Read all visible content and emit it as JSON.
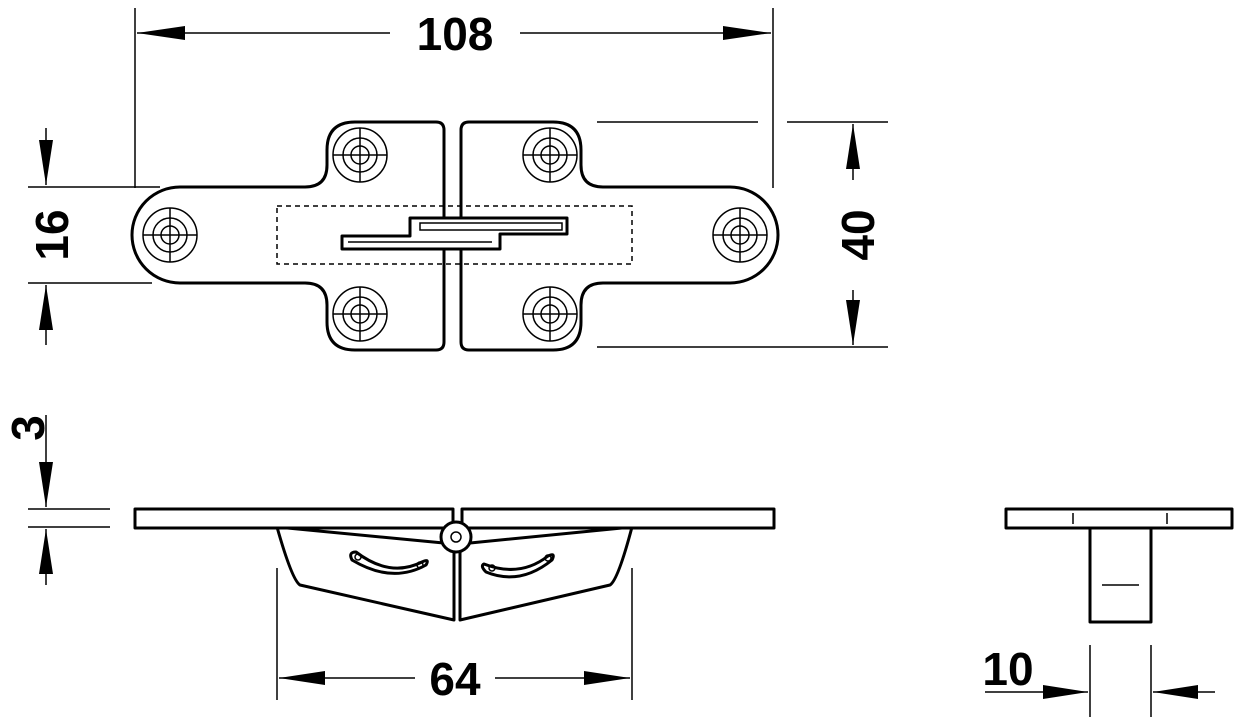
{
  "dimensions": {
    "overall_length": "108",
    "overall_width": "40",
    "flap_width": "16",
    "plate_thickness": "3",
    "body_length": "64",
    "body_width": "10"
  }
}
